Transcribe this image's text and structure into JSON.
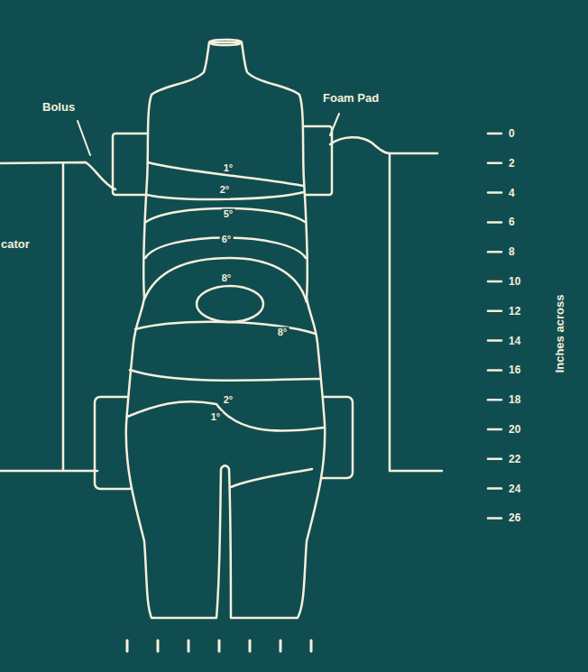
{
  "diagram": {
    "labels": [
      "Bolus",
      "Foam Pad",
      "cator",
      "1°",
      "2°",
      "5°",
      "6°",
      "8°",
      "8°",
      "2°",
      "1°",
      "0",
      "2",
      "4",
      "6",
      "8",
      "10",
      "12",
      "14",
      "16",
      "18",
      "20",
      "22",
      "24",
      "26",
      "Inches across"
    ]
  }
}
